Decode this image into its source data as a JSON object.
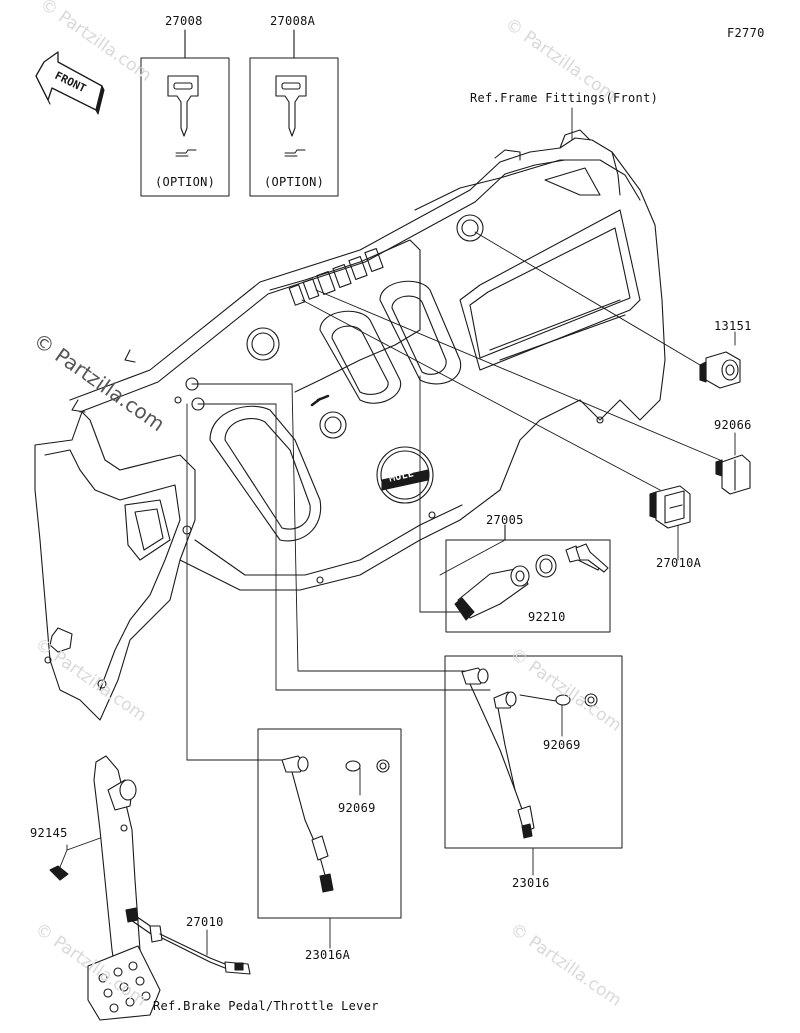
{
  "figure_code": "F2770",
  "direction_tag": "FRONT",
  "watermark": "© Partzilla.com",
  "labels": {
    "p27008": "27008",
    "p27008A": "27008A",
    "option1": "(OPTION)",
    "option2": "(OPTION)",
    "ref_frame": "Ref.Frame Fittings(Front)",
    "p13151": "13151",
    "p92066": "92066",
    "p27010A": "27010A",
    "p27005": "27005",
    "p92210": "92210",
    "p92069a": "92069",
    "p92069b": "92069",
    "p23016": "23016",
    "p23016A": "23016A",
    "p92145": "92145",
    "p27010": "27010",
    "ref_brake": "Ref.Brake Pedal/Throttle Lever",
    "badge": "MULE"
  },
  "colors": {
    "line": "#1a1a1a",
    "watermark": "#d9d9d9",
    "watermark_strong": "#555555"
  }
}
